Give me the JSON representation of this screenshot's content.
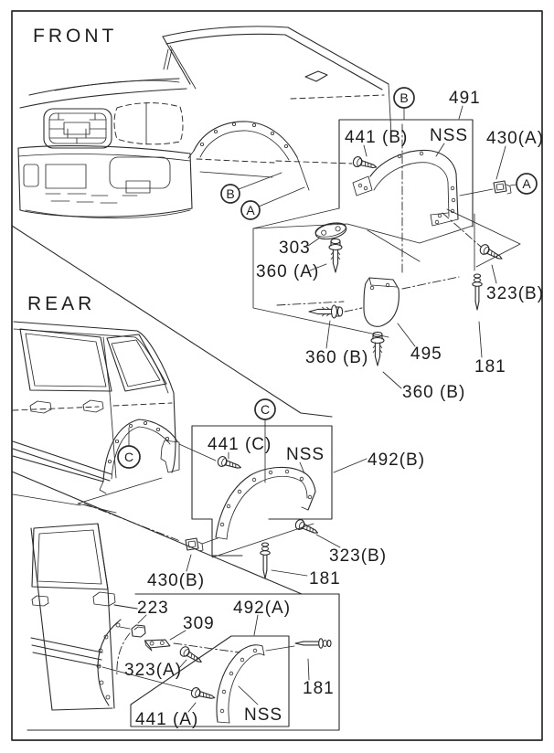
{
  "diagram": {
    "background": "#ffffff",
    "line_color": "#2b2b2b",
    "section_labels": {
      "front": "FRONT",
      "rear": "REAR"
    },
    "callouts": {
      "a": "A",
      "b": "B",
      "c": "C"
    },
    "labels": {
      "p491": "491",
      "p441a": "441 (A)",
      "p441b": "441 (B)",
      "p441c": "441 (C)",
      "p430a": "430(A)",
      "p430b": "430(B)",
      "p303": "303",
      "p360a": "360 (A)",
      "p360b": "360 (B)",
      "p323a": "323(A)",
      "p323b": "323(B)",
      "p495": "495",
      "p181": "181",
      "p492a": "492(A)",
      "p492b": "492(B)",
      "p223": "223",
      "p309": "309",
      "nss": "NSS"
    }
  }
}
